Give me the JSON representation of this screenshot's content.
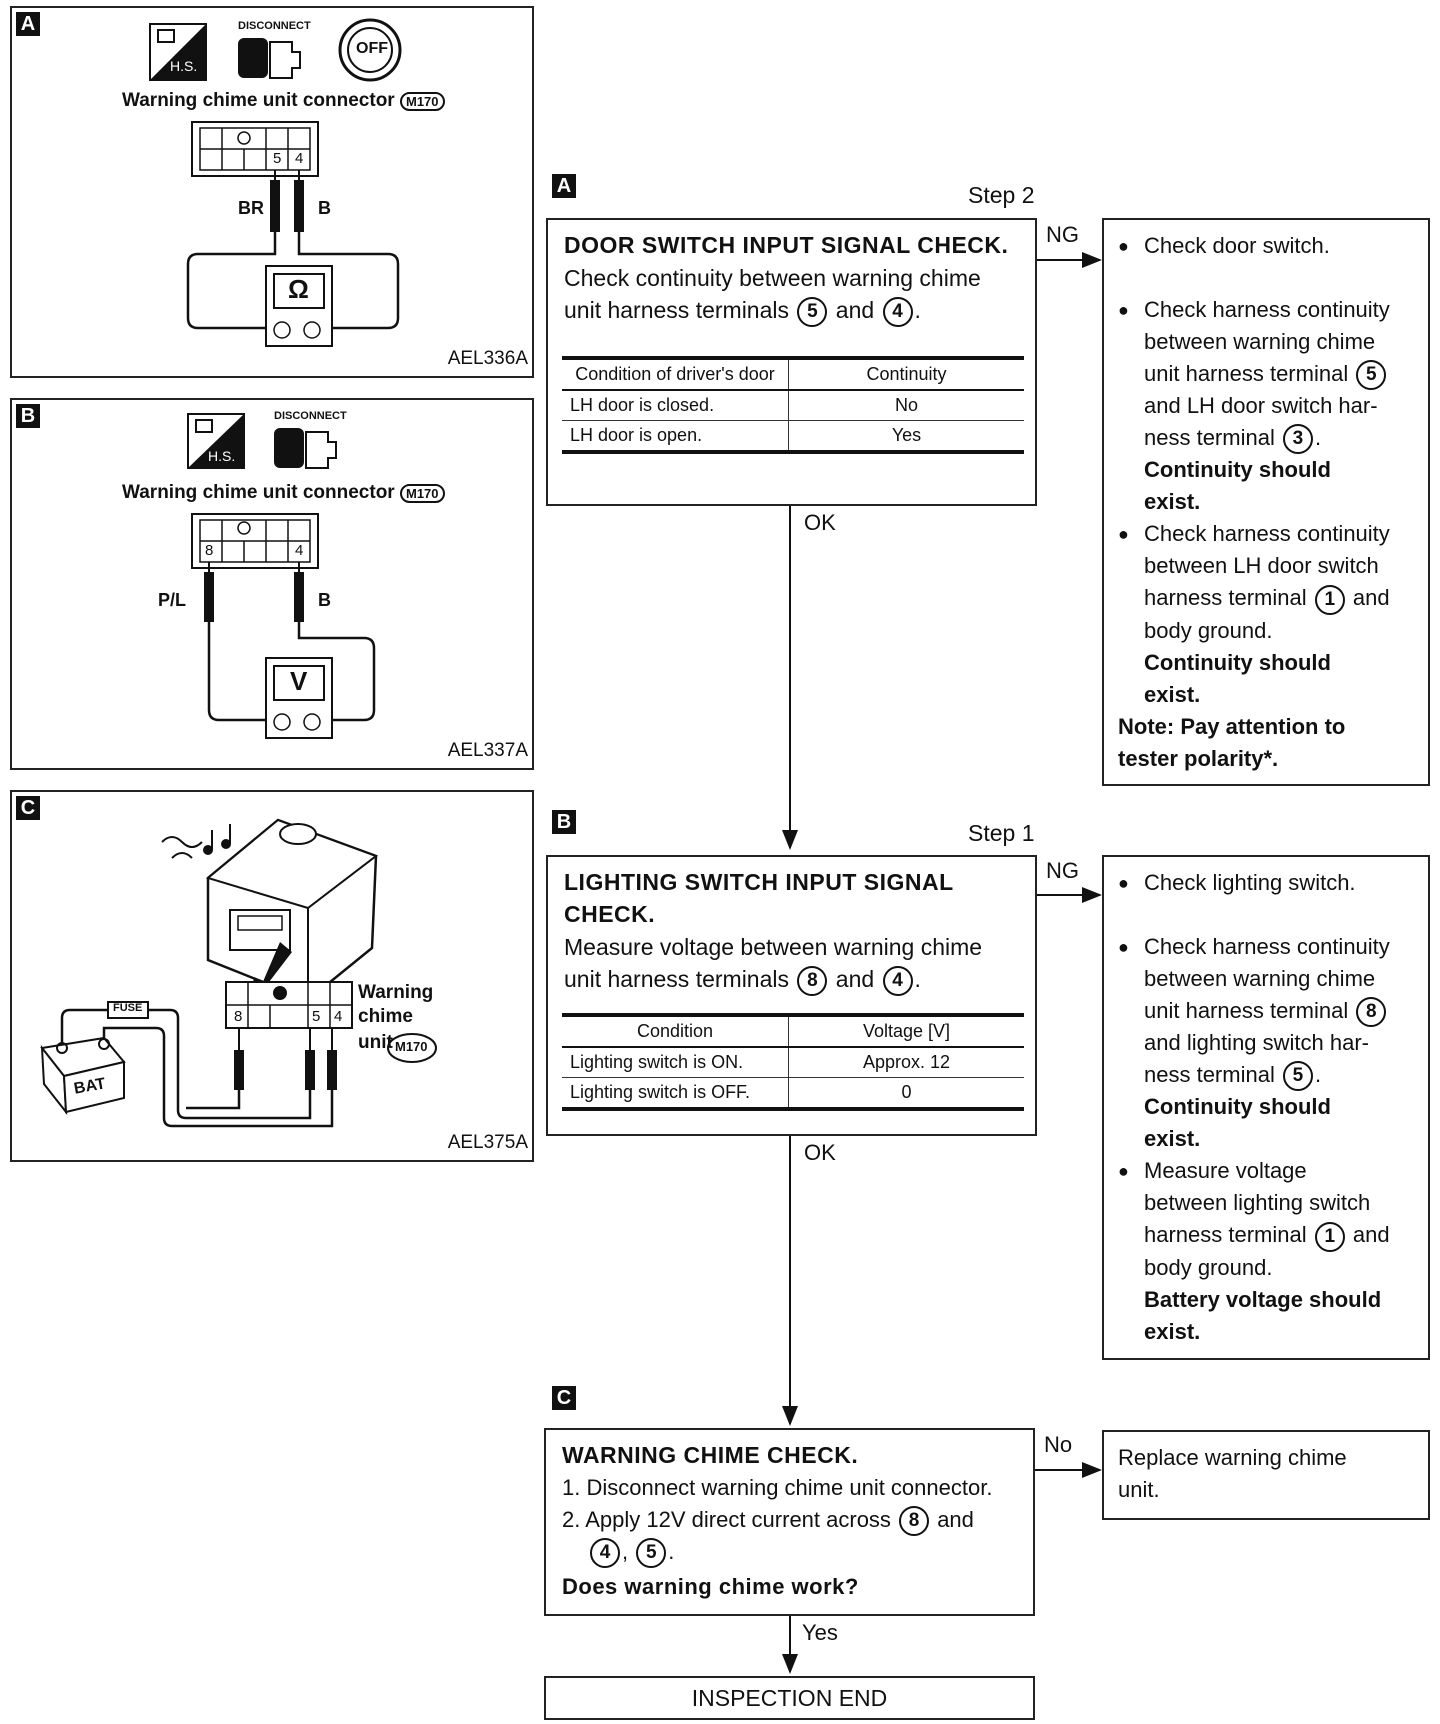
{
  "panels": {
    "A": {
      "tag": "A",
      "title": "Warning chime unit connector",
      "badge": "M170",
      "disconnect": "DISCONNECT",
      "hs": "H.S.",
      "off": "OFF",
      "terminal_a": "5",
      "terminal_b": "4",
      "wire_a": "BR",
      "wire_b": "B",
      "meter": "Ω",
      "code": "AEL336A"
    },
    "B": {
      "tag": "B",
      "title": "Warning chime unit connector",
      "badge": "M170",
      "disconnect": "DISCONNECT",
      "hs": "H.S.",
      "terminal_a": "8",
      "terminal_b": "4",
      "wire_a": "P/L",
      "wire_b": "B",
      "meter": "V",
      "code": "AEL337A"
    },
    "C": {
      "tag": "C",
      "fuse": "FUSE",
      "bat": "BAT",
      "t8": "8",
      "t5": "5",
      "t4": "4",
      "label1": "Warning",
      "label2": "chime",
      "label3": "unit",
      "badge": "M170",
      "code": "AEL375A"
    }
  },
  "flow": {
    "step2": {
      "tag": "A",
      "step": "Step 2",
      "title": "DOOR SWITCH INPUT SIGNAL CHECK.",
      "line1": "Check continuity between warning chime",
      "line2a": "unit harness terminals",
      "t1": "5",
      "and": "and",
      "t2": "4",
      "table": {
        "h1": "Condition of driver's door",
        "h2": "Continuity",
        "rows": [
          {
            "c": "LH door is closed.",
            "v": "No"
          },
          {
            "c": "LH door is open.",
            "v": "Yes"
          }
        ]
      },
      "ng": "NG",
      "ok": "OK",
      "ng_box": {
        "b1": "Check door switch.",
        "b2a": "Check harness continuity",
        "b2b": "between warning chime",
        "b2c": "unit harness terminal",
        "b2c_t": "5",
        "b2d": "and LH door switch har-",
        "b2e": "ness terminal",
        "b2e_t": "3",
        "b2f": "Continuity should",
        "b2g": "exist.",
        "b3a": "Check harness continuity",
        "b3b": "between LH door switch",
        "b3c": "harness terminal",
        "b3c_t": "1",
        "b3c2": "and",
        "b3d": "body ground.",
        "b3e": "Continuity should",
        "b3f": "exist.",
        "note1": "Note: Pay attention to",
        "note2": "tester polarity*."
      }
    },
    "step1": {
      "tag": "B",
      "step": "Step 1",
      "title1": "LIGHTING SWITCH INPUT SIGNAL",
      "title2": "CHECK.",
      "line1": "Measure voltage between warning chime",
      "line2a": "unit harness terminals",
      "t1": "8",
      "and": "and",
      "t2": "4",
      "table": {
        "h1": "Condition",
        "h2": "Voltage [V]",
        "rows": [
          {
            "c": "Lighting switch is ON.",
            "v": "Approx. 12"
          },
          {
            "c": "Lighting switch is OFF.",
            "v": "0"
          }
        ]
      },
      "ng": "NG",
      "ok": "OK",
      "ng_box": {
        "b1": "Check lighting switch.",
        "b2a": "Check harness continuity",
        "b2b": "between warning chime",
        "b2c": "unit harness terminal",
        "b2c_t": "8",
        "b2d": "and lighting switch har-",
        "b2e": "ness terminal",
        "b2e_t": "5",
        "b2f": "Continuity should",
        "b2g": "exist.",
        "b3a": "Measure voltage",
        "b3b": "between lighting switch",
        "b3c": "harness terminal",
        "b3c_t": "1",
        "b3c2": "and",
        "b3d": "body ground.",
        "b3e": "Battery voltage should",
        "b3f": "exist."
      }
    },
    "chime": {
      "tag": "C",
      "title": "WARNING CHIME CHECK.",
      "l1": "1. Disconnect warning chime unit connector.",
      "l2a": "2. Apply 12V direct current across",
      "t1": "8",
      "and": "and",
      "t2": "4",
      "t3": "5",
      "q": "Does warning chime work?",
      "no": "No",
      "yes": "Yes",
      "no_box1": "Replace warning chime",
      "no_box2": "unit."
    },
    "end": "INSPECTION END"
  }
}
